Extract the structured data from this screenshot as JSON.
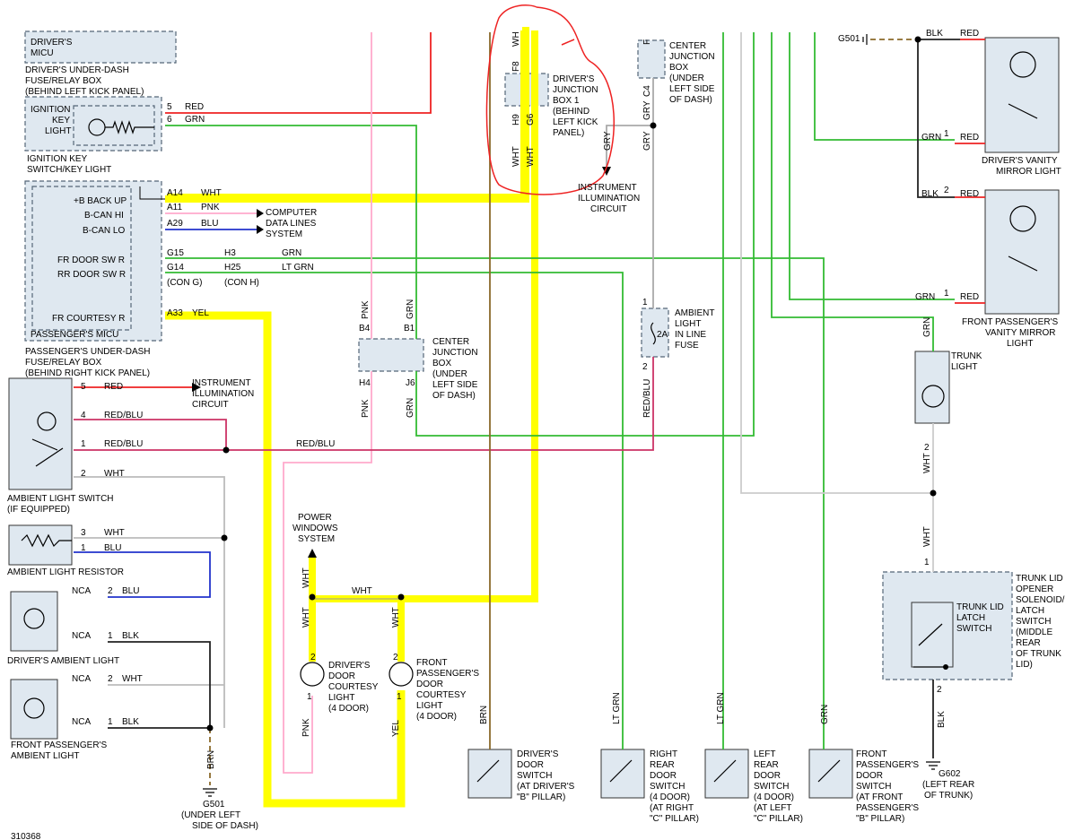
{
  "diagram_id": "310368",
  "wire_colors": {
    "red": "RED",
    "grn": "GRN",
    "wht": "WHT",
    "pnk": "PNK",
    "blu": "BLU",
    "yel": "YEL",
    "lt_grn": "LT GRN",
    "red_blu": "RED/BLU",
    "blk": "BLK",
    "brn": "BRN",
    "gry": "GRY"
  },
  "connectors": {
    "a14": "A14",
    "a11": "A11",
    "a29": "A29",
    "g15": "G15",
    "g14": "G14",
    "h3": "H3",
    "h25": "H25",
    "con_g": "(CON G)",
    "con_h": "(CON H)",
    "a33": "A33",
    "b4": "B4",
    "b1": "B1",
    "h4": "H4",
    "j6": "J6",
    "nca": "NCA"
  },
  "pins": {
    "p5_key": "5",
    "p6_key": "6",
    "p5_sw": "5",
    "p4_sw": "4",
    "p1_sw": "1",
    "p2_sw": "2",
    "p3_res": "3",
    "p1_res": "1",
    "p2_drv": "2",
    "p1_drv": "1",
    "p2_pass": "2",
    "p1_pass": "1",
    "p1_fuse": "1",
    "p2_fuse": "2",
    "p1_vanity_drv": "1",
    "p2_vanity_pass": "2",
    "p1_vanity_pass": "1",
    "p2_trunk": "2",
    "p1_trunk_lid": "1",
    "p2_trunk_lid": "2",
    "p2_drv_court": "2",
    "p2_pass_court": "2",
    "p1_drv_court": "1",
    "p1_pass_court": "1"
  },
  "micu_pins": [
    "+B BACK UP",
    "B-CAN HI",
    "B-CAN LO",
    "FR DOOR SW R",
    "RR DOOR SW R",
    "FR COURTESY R"
  ],
  "vertical": {
    "wh": "WH",
    "f8": "F8",
    "h9": "H9",
    "g6": "G6",
    "f": "F",
    "c4": "C4"
  },
  "grounds": {
    "g501": "G501",
    "g501_desc": [
      "(UNDER LEFT",
      "SIDE OF DASH)"
    ],
    "g602": "G602",
    "g602_desc": [
      "(LEFT REAR",
      "OF TRUNK)"
    ]
  },
  "components": {
    "drivers_micu": [
      "DRIVER'S",
      "MICU"
    ],
    "drivers_fuse_box": [
      "DRIVER'S UNDER-DASH",
      "FUSE/RELAY BOX",
      "(BEHIND LEFT KICK PANEL)"
    ],
    "ignition_key_light": [
      "IGNITION",
      "KEY",
      "LIGHT"
    ],
    "ignition_switch": [
      "IGNITION KEY",
      "SWITCH/KEY LIGHT"
    ],
    "passengers_micu": "PASSENGER'S MICU",
    "passengers_fuse_box": [
      "PASSENGER'S UNDER-DASH",
      "FUSE/RELAY BOX",
      "(BEHIND RIGHT KICK PANEL)"
    ],
    "computer_data_lines": [
      "COMPUTER",
      "DATA LINES",
      "SYSTEM"
    ],
    "instrument_illumination": [
      "INSTRUMENT",
      "ILLUMINATION",
      "CIRCUIT"
    ],
    "ambient_light_switch": [
      "AMBIENT LIGHT SWITCH",
      "(IF EQUIPPED)"
    ],
    "ambient_light_resistor": "AMBIENT LIGHT RESISTOR",
    "drivers_ambient_light": "DRIVER'S AMBIENT LIGHT",
    "front_passengers_ambient_light": [
      "FRONT PASSENGER'S",
      "AMBIENT LIGHT"
    ],
    "power_windows": [
      "POWER",
      "WINDOWS",
      "SYSTEM"
    ],
    "drivers_courtesy": [
      "DRIVER'S",
      "DOOR",
      "COURTESY",
      "LIGHT",
      "(4 DOOR)"
    ],
    "passengers_courtesy": [
      "FRONT",
      "PASSENGER'S",
      "DOOR",
      "COURTESY",
      "LIGHT",
      "(4 DOOR)"
    ],
    "center_junction_box_b": [
      "CENTER",
      "JUNCTION",
      "BOX",
      "(UNDER",
      "LEFT SIDE",
      "OF DASH)"
    ],
    "drivers_junction_box": [
      "DRIVER'S",
      "JUNCTION",
      "BOX 1",
      "(BEHIND",
      "LEFT KICK",
      "PANEL)"
    ],
    "center_junction_box_a": [
      "CENTER",
      "JUNCTION",
      "BOX",
      "(UNDER",
      "LEFT SIDE",
      "OF DASH)"
    ],
    "ambient_fuse": [
      "AMBIENT",
      "LIGHT",
      "IN LINE",
      "FUSE"
    ],
    "fuse_rating": "2A",
    "drivers_vanity": [
      "DRIVER'S VANITY",
      "MIRROR LIGHT"
    ],
    "passengers_vanity": [
      "FRONT PASSENGER'S",
      "VANITY MIRROR",
      "LIGHT"
    ],
    "trunk_light": [
      "TRUNK",
      "LIGHT"
    ],
    "trunk_latch_switch": [
      "TRUNK LID",
      "LATCH",
      "SWITCH"
    ],
    "trunk_lid_opener": [
      "TRUNK LID",
      "OPENER",
      "SOLENOID/",
      "LATCH",
      "SWITCH",
      "(MIDDLE",
      "REAR",
      "OF TRUNK",
      "LID)"
    ],
    "drivers_door_switch": [
      "DRIVER'S",
      "DOOR",
      "SWITCH",
      "(AT DRIVER'S",
      "\"B\" PILLAR)"
    ],
    "right_rear_door_switch": [
      "RIGHT",
      "REAR",
      "DOOR",
      "SWITCH",
      "(4 DOOR)",
      "(AT RIGHT",
      "\"C\" PILLAR)"
    ],
    "left_rear_door_switch": [
      "LEFT",
      "REAR",
      "DOOR",
      "SWITCH",
      "(4 DOOR)",
      "(AT LEFT",
      "\"C\" PILLAR)"
    ],
    "front_passengers_door_switch": [
      "FRONT",
      "PASSENGER'S",
      "DOOR",
      "SWITCH",
      "(AT FRONT",
      "PASSENGER'S",
      "\"B\" PILLAR)"
    ]
  }
}
